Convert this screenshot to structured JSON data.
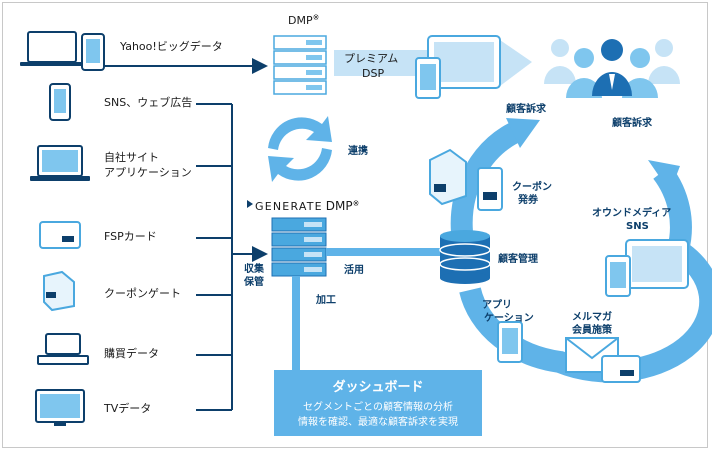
{
  "sources": [
    {
      "label": "Yahoo!ビッグデータ",
      "icon": "laptop-phone-icon"
    },
    {
      "label": "SNS、ウェブ広告",
      "icon": "smartphone-icon"
    },
    {
      "label_line1": "自社サイト",
      "label_line2": "アプリケーション",
      "icon": "laptop-icon"
    },
    {
      "label": "FSPカード",
      "icon": "card-icon"
    },
    {
      "label": "クーポンゲート",
      "icon": "coupon-kiosk-icon"
    },
    {
      "label": "購買データ",
      "icon": "cash-register-icon"
    },
    {
      "label": "TVデータ",
      "icon": "tv-icon"
    }
  ],
  "dmp": {
    "label": "DMP",
    "mark": "※"
  },
  "premium_dsp": {
    "line1": "プレミアム",
    "line2": "DSP"
  },
  "customer_appeal_left": "顧客訴求",
  "customer_appeal_right": "顧客訴求",
  "renkei": "連携",
  "generate_dmp": {
    "prefix": "GENERATE",
    "suffix": "DMP",
    "mark": "※"
  },
  "collect": {
    "line1": "収集",
    "line2": "保管"
  },
  "katsuyo": "活用",
  "kako": "加工",
  "customer_mgmt": "顧客管理",
  "coupon_issue": {
    "line1": "クーポン",
    "line2": "発券"
  },
  "owned_media": {
    "line1": "オウンドメディア",
    "line2": "SNS"
  },
  "app": {
    "line1": "アプリ",
    "line2": "ケーション"
  },
  "mailmag": {
    "line1": "メルマガ",
    "line2": "会員施策"
  },
  "dashboard": {
    "title": "ダッシュボード",
    "line1": "セグメントごとの顧客情報の分析",
    "line2": "情報を確認、最適な顧客訴求を実現"
  },
  "colors": {
    "navy": "#0d3f6b",
    "blue": "#4aa8df",
    "light_blue": "#7fc6ee",
    "pale_blue": "#c6e3f6",
    "dashboard": "#5fb3e8"
  }
}
